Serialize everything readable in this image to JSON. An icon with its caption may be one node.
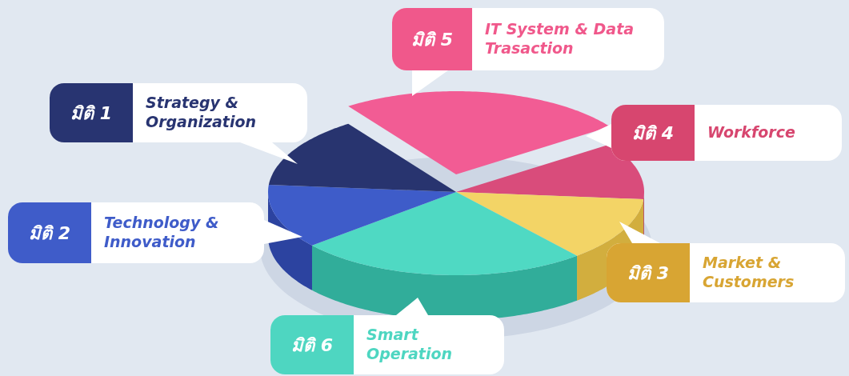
{
  "diagram": {
    "nodes": [
      {
        "text": [
          "มิติ 1",
          "Strategy & Organization"
        ]
      },
      {
        "text": [
          "มิติ 2",
          "Technology & Innovation"
        ]
      },
      {
        "text": [
          "มิติ 6",
          "Smart Operation"
        ]
      },
      {
        "text": [
          "มิติ 3",
          "Market & Customers"
        ]
      },
      {
        "text": [
          "มิติ 4",
          "Workforce"
        ]
      },
      {
        "text": [
          "มิติ 5",
          "IT System & Data Trasaction"
        ]
      }
    ]
  }
}
